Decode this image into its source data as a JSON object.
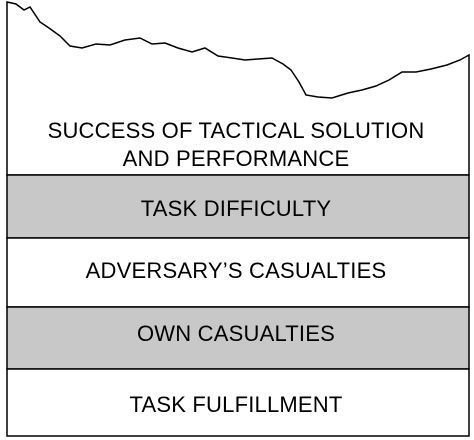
{
  "layers": [
    {
      "id": "success",
      "lines": [
        "SUCCESS OF TACTICAL SOLUTION",
        "AND PERFORMANCE"
      ],
      "fill": "#ffffff"
    },
    {
      "id": "difficulty",
      "label": "TASK DIFFICULTY",
      "fill": "#c8c8c8"
    },
    {
      "id": "adversary",
      "label": "ADVERSARY’S CASUALTIES",
      "fill": "#ffffff"
    },
    {
      "id": "own",
      "label": "OWN CASUALTIES",
      "fill": "#c8c8c8"
    },
    {
      "id": "task",
      "label": "TASK FULFILLMENT",
      "fill": "#ffffff"
    }
  ],
  "colors": {
    "stroke": "#000000",
    "shaded": "#c8c8c8",
    "background": "#ffffff"
  }
}
